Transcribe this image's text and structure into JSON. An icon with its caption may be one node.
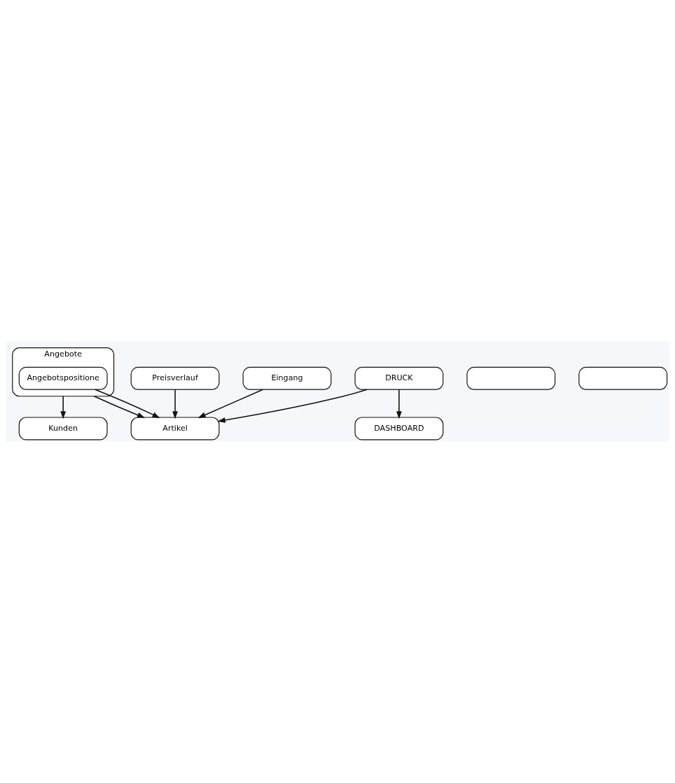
{
  "diagram": {
    "nodes": [
      {
        "text": [
          "Preisverlauf"
        ]
      },
      {
        "text": [],
        "shape": "box"
      },
      {
        "text": [
          "Angebote"
        ]
      },
      {
        "text": [
          "Angebotspositione"
        ],
        "in": 2
      },
      {
        "text": [
          "Artikel"
        ]
      },
      {
        "text": [],
        "shape": "box"
      },
      {
        "text": [
          "DRUCK"
        ]
      },
      {
        "text": [
          "Kunden"
        ]
      },
      {
        "text": [
          "Eingang"
        ]
      },
      {
        "text": [
          "DASHBOARD"
        ]
      }
    ],
    "edges": [
      {
        "from": 0,
        "to": 4,
        "arrow": "to"
      },
      {
        "from": 2,
        "to": 4,
        "arrow": "to"
      },
      {
        "from": 3,
        "to": 4,
        "arrow": "to"
      },
      {
        "from": 2,
        "to": 7,
        "arrow": "to"
      },
      {
        "from": 6,
        "to": 4,
        "arrow": "to"
      },
      {
        "from": 6,
        "to": 9,
        "arrow": "to"
      },
      {
        "from": 8,
        "to": 4,
        "arrow": "to"
      }
    ]
  }
}
